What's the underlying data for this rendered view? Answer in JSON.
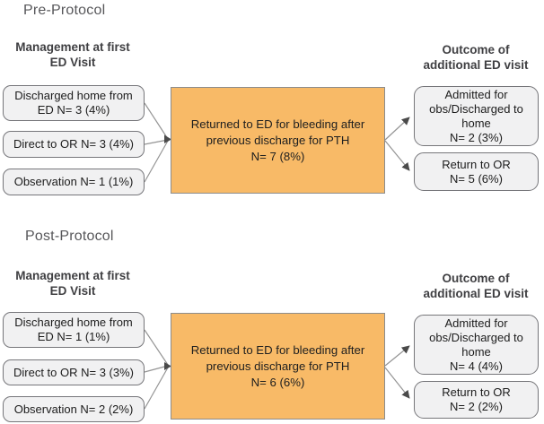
{
  "diagram": {
    "colors": {
      "center_box_fill": "#f8ba67",
      "side_box_fill": "#f1f1f2",
      "side_box_border": "#76767a",
      "connector_line": "#949494",
      "arrowhead": "#4a4a4a",
      "header_text": "#3f3f42",
      "title_text": "#57575a"
    },
    "sections": [
      {
        "title": "Pre-Protocol",
        "left_header": "Management at first\nED Visit",
        "right_header": "Outcome of\nadditional ED visit",
        "left_boxes": [
          "Discharged home from\nED N= 3 (4%)",
          "Direct to OR  N= 3 (4%)",
          "Observation  N= 1 (1%)"
        ],
        "center_box": "Returned to ED for bleeding after\nprevious discharge for PTH\nN= 7 (8%)",
        "right_boxes": [
          "Admitted for\nobs/Discharged to\nhome\nN= 2 (3%)",
          "Return to OR\nN= 5 (6%)"
        ]
      },
      {
        "title": "Post-Protocol",
        "left_header": "Management at first\nED Visit",
        "right_header": "Outcome of\nadditional ED visit",
        "left_boxes": [
          "Discharged home from\nED  N= 1 (1%)",
          "Direct to OR  N= 3 (3%)",
          "Observation  N= 2 (2%)"
        ],
        "center_box": "Returned to ED for bleeding after\nprevious discharge for PTH\nN= 6 (6%)",
        "right_boxes": [
          "Admitted for\nobs/Discharged to\nhome\nN= 4 (4%)",
          "Return to OR\nN= 2 (2%)"
        ]
      }
    ]
  }
}
